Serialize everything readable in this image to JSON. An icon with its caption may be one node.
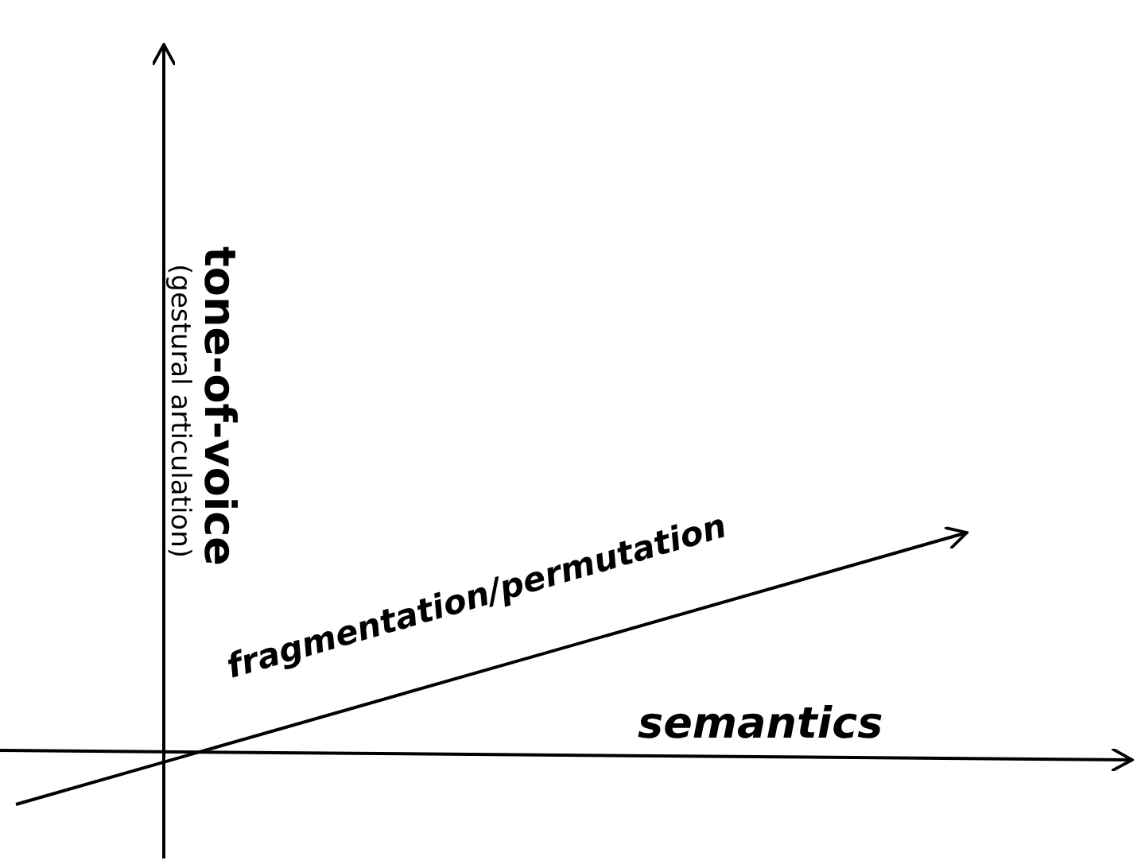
{
  "diagram": {
    "labels": [
      "tone-of-voice",
      "(gestural articulation)",
      "fragmentation/permutation",
      "semantics"
    ]
  }
}
